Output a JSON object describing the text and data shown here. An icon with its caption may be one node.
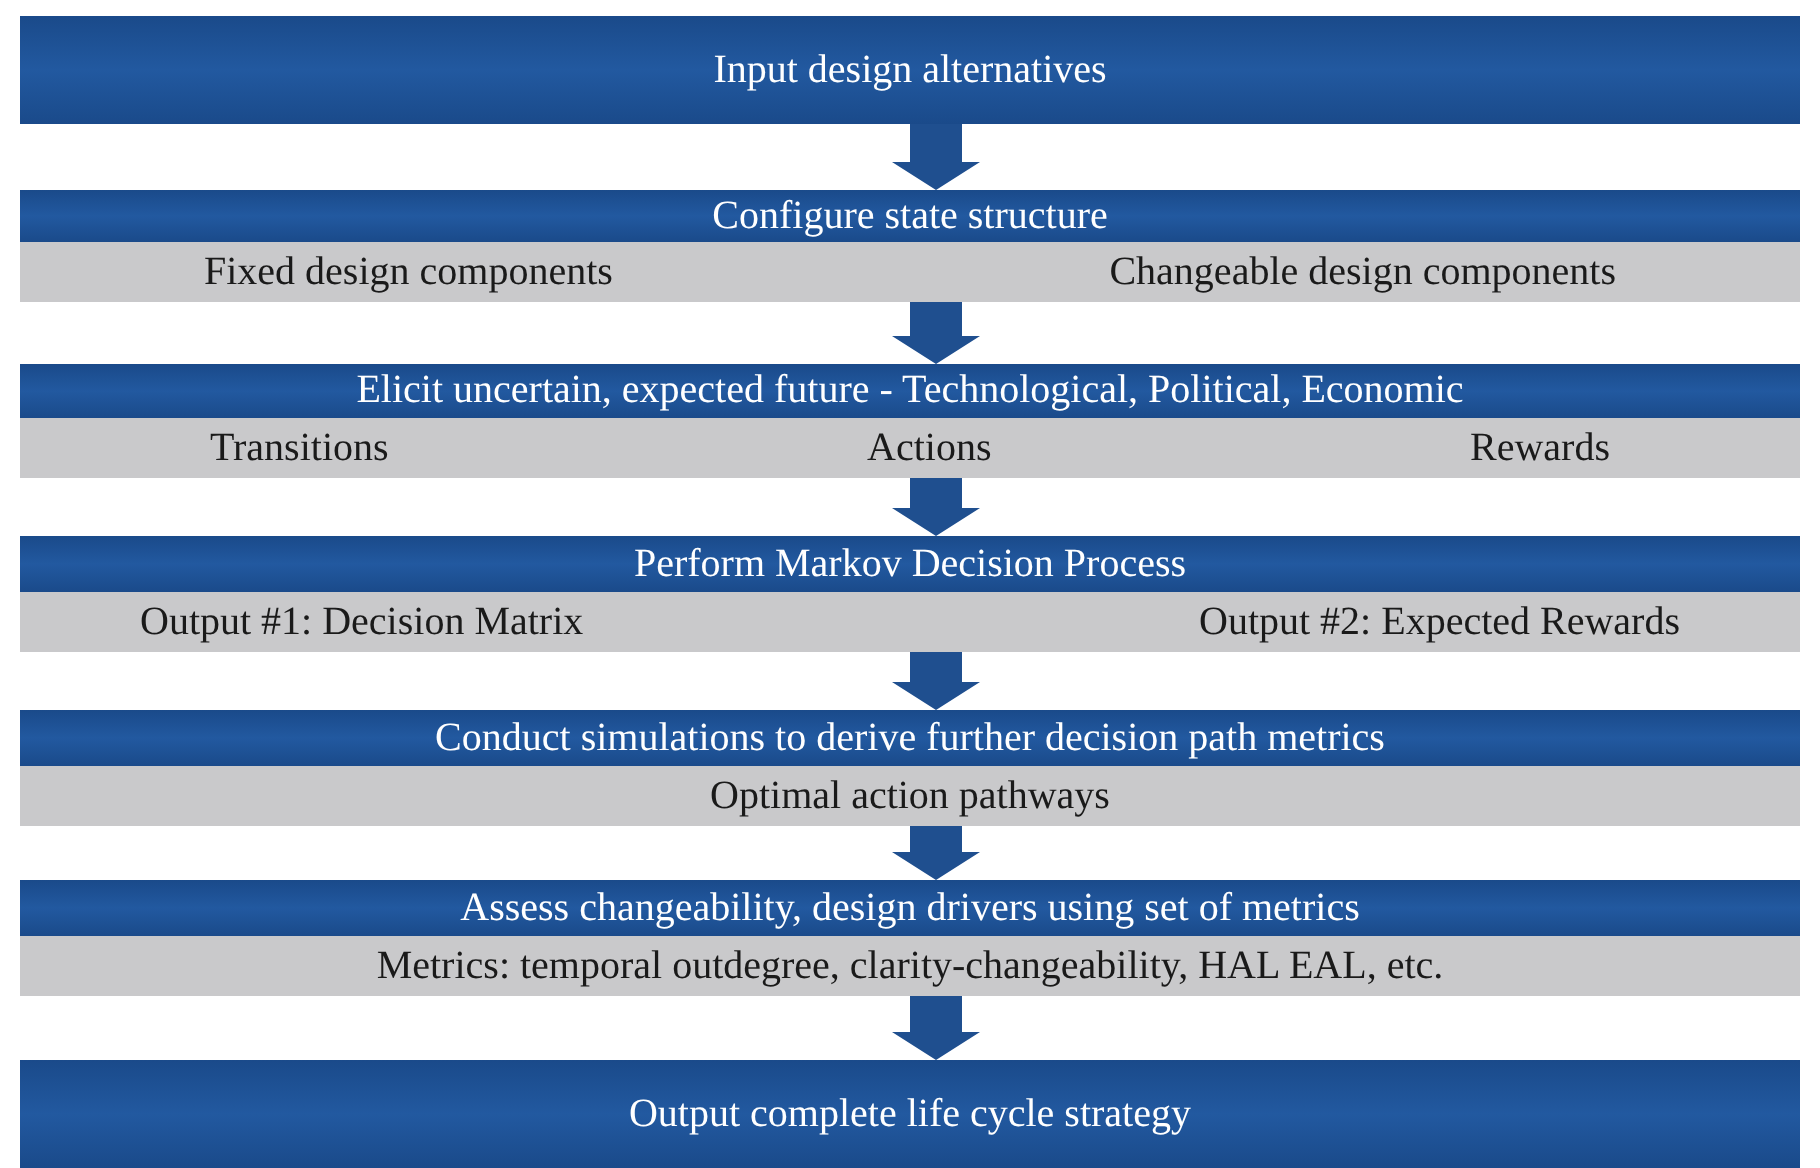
{
  "diagram": {
    "nodes": [
      {
        "text": [
          "Input design alternatives"
        ]
      },
      {
        "text": [
          "Configure state structure",
          "Fixed design components",
          "Changeable design components"
        ]
      },
      {
        "text": [
          "Elicit uncertain, expected future - Technological, Political, Economic",
          "Transitions",
          "Actions",
          "Rewards"
        ]
      },
      {
        "text": [
          "Perform Markov Decision Process",
          "Output #1: Decision Matrix",
          "Output #2: Expected Rewards"
        ]
      },
      {
        "text": [
          "Conduct simulations to derive further decision path metrics",
          "Optimal action pathways"
        ]
      },
      {
        "text": [
          "Assess changeability, design drivers using set of metrics",
          "Metrics:  temporal outdegree, clarity-changeability, HAL EAL, etc."
        ]
      },
      {
        "text": [
          "Output complete life cycle strategy"
        ]
      }
    ],
    "edges": [
      {
        "from": 0,
        "to": 1,
        "arrow": "to"
      },
      {
        "from": 1,
        "to": 2,
        "arrow": "to"
      },
      {
        "from": 2,
        "to": 3,
        "arrow": "to"
      },
      {
        "from": 3,
        "to": 4,
        "arrow": "to"
      },
      {
        "from": 4,
        "to": 5,
        "arrow": "to"
      },
      {
        "from": 5,
        "to": 6,
        "arrow": "to"
      }
    ]
  }
}
